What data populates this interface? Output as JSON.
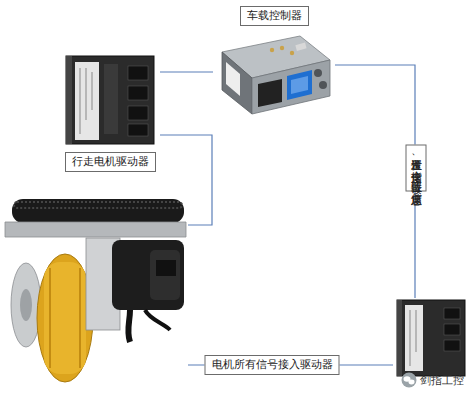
{
  "diagram": {
    "nodes": [
      {
        "text": [
          "车载控制器"
        ]
      },
      {
        "text": [
          "行走电机驱动器"
        ]
      },
      {
        "text": []
      },
      {
        "text": []
      }
    ],
    "edges": [
      {
        "from": 0,
        "to": 1,
        "arrow": "none"
      },
      {
        "from": 1,
        "to": 2,
        "arrow": "none"
      },
      {
        "from": 0,
        "to": 3,
        "label": "发送位置、速度指令，读取位置、速度信息",
        "arrow": "none"
      },
      {
        "from": 2,
        "to": 3,
        "label": "电机所有信号接入驱动器",
        "arrow": "none"
      }
    ],
    "labels": [
      "剑指工控"
    ]
  }
}
